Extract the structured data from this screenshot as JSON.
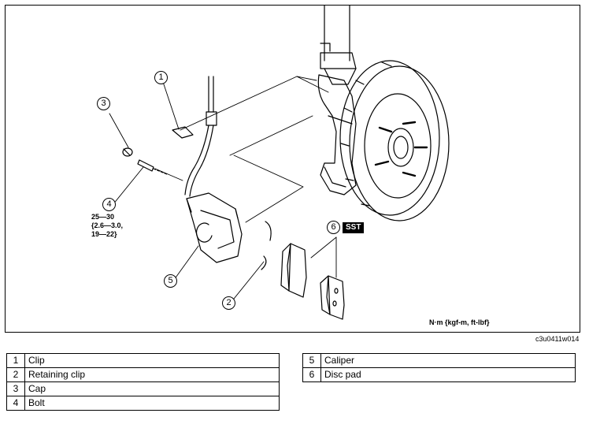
{
  "diagram": {
    "callouts": [
      "1",
      "2",
      "3",
      "4",
      "5",
      "6"
    ],
    "torque_spec": [
      "25—30",
      "{2.6—3.0,",
      "19—22}"
    ],
    "sst_label": "SST",
    "units_note": "N·m {kgf-m, ft-lbf}",
    "figure_code": "c3u0411w014"
  },
  "legend_left": [
    {
      "num": "1",
      "part": "Clip"
    },
    {
      "num": "2",
      "part": "Retaining clip"
    },
    {
      "num": "3",
      "part": "Cap"
    },
    {
      "num": "4",
      "part": "Bolt"
    }
  ],
  "legend_right": [
    {
      "num": "5",
      "part": "Caliper"
    },
    {
      "num": "6",
      "part": "Disc pad"
    }
  ]
}
